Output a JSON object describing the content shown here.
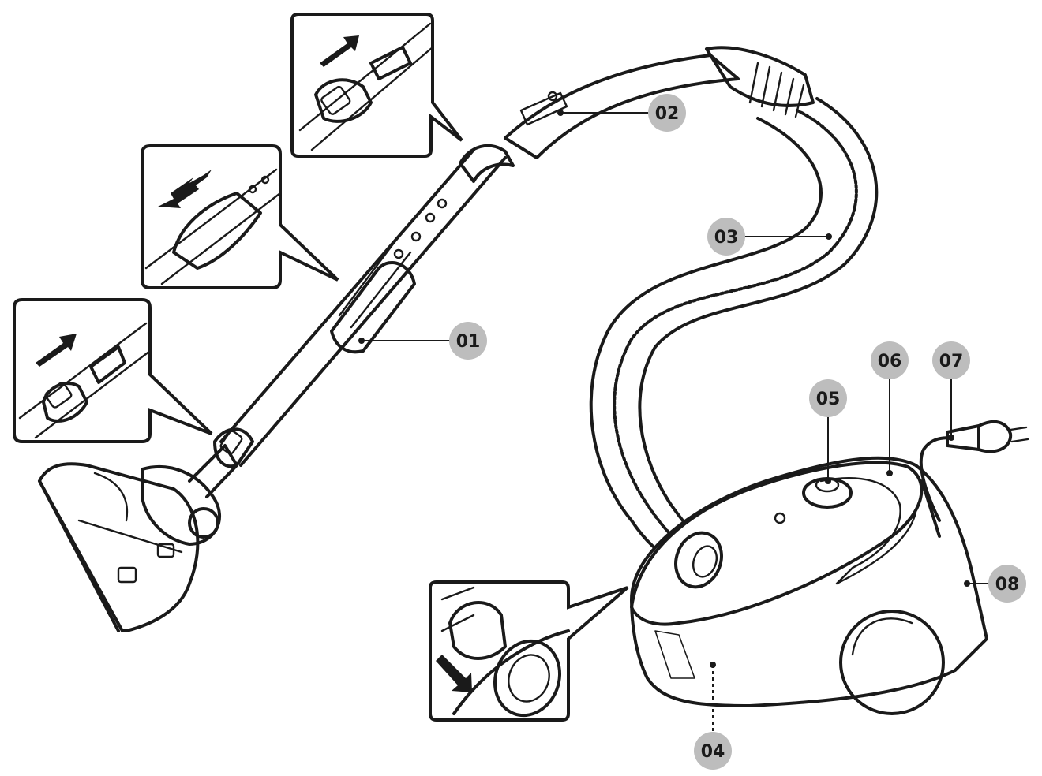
{
  "callouts": [
    {
      "id": "01",
      "label": "01"
    },
    {
      "id": "02",
      "label": "02"
    },
    {
      "id": "03",
      "label": "03"
    },
    {
      "id": "04",
      "label": "04"
    },
    {
      "id": "05",
      "label": "05"
    },
    {
      "id": "06",
      "label": "06"
    },
    {
      "id": "07",
      "label": "07"
    },
    {
      "id": "08",
      "label": "08"
    }
  ],
  "colors": {
    "line": "#1a1a1a",
    "badge": "#bdbdbd",
    "background": "#ffffff"
  }
}
